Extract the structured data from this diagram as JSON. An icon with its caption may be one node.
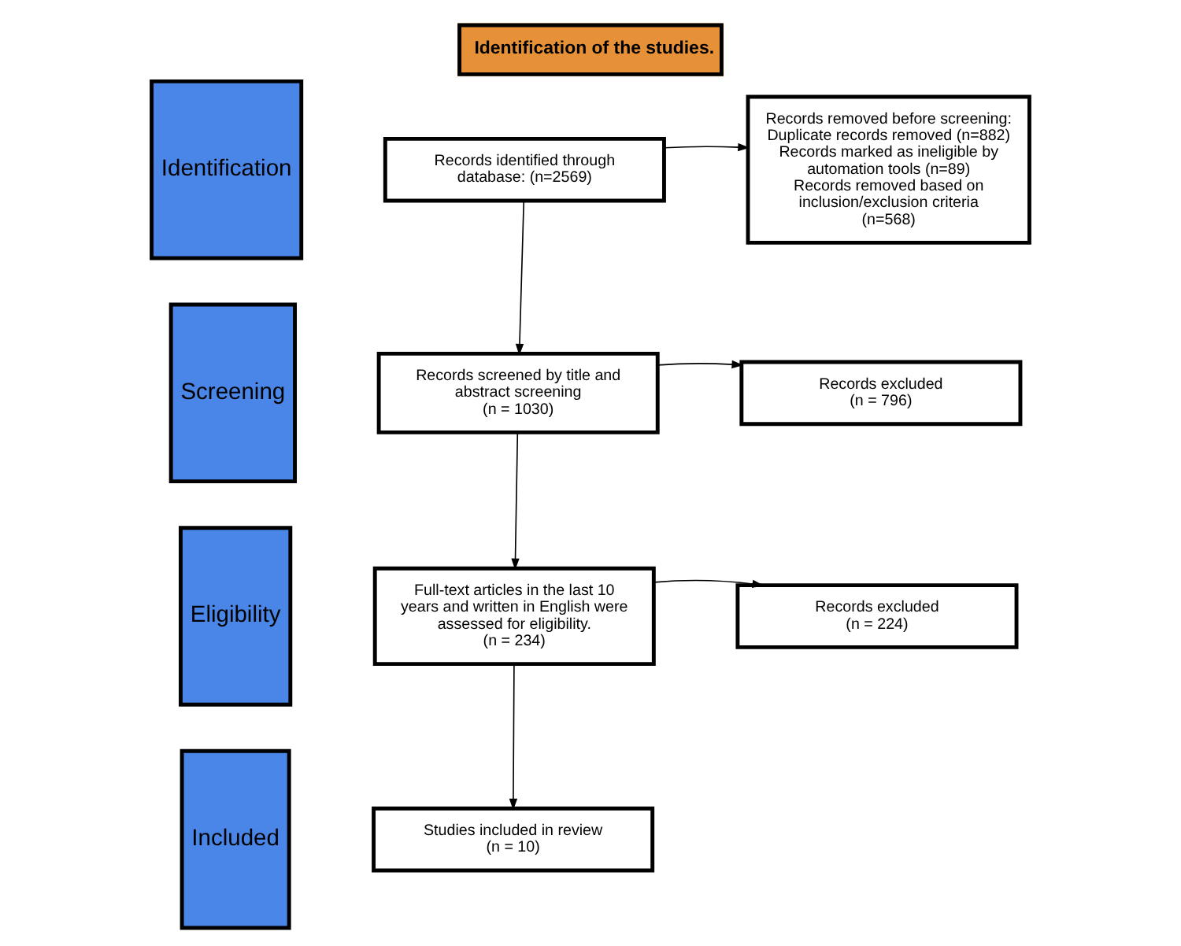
{
  "diagram": {
    "title": "Identification of the studies.",
    "nodes": [
      {
        "text": [
          "Identification"
        ]
      },
      {
        "text": [
          "Screening"
        ]
      },
      {
        "text": [
          "Eligibility"
        ]
      },
      {
        "text": [
          "Included"
        ]
      },
      {
        "text": [
          "Records identified through database: (n=2569)"
        ]
      },
      {
        "text": [
          "Records removed before screening:",
          "Duplicate records removed (n=882)",
          "Records marked as ineligible by automation tools (n=89)",
          "Records removed based on inclusion/exclusion criteria (n=568)"
        ]
      },
      {
        "text": [
          "Records screened by title and abstract screening",
          "(n = 1030)"
        ]
      },
      {
        "text": [
          "Records excluded",
          "(n = 796)"
        ]
      },
      {
        "text": [
          "Full-text articles in the last 10 years and written in English were assessed for eligibility.",
          "(n = 234)"
        ]
      },
      {
        "text": [
          "Records excluded",
          "(n = 224)"
        ]
      },
      {
        "text": [
          "Studies included in review",
          "(n = 10)"
        ]
      }
    ],
    "edges": [
      {
        "from": 4,
        "to": 5,
        "arrow": "to"
      },
      {
        "from": 4,
        "to": 6,
        "arrow": "to"
      },
      {
        "from": 6,
        "to": 7,
        "arrow": "to"
      },
      {
        "from": 6,
        "to": 8,
        "arrow": "to"
      },
      {
        "from": 8,
        "to": 9,
        "arrow": "to"
      },
      {
        "from": 8,
        "to": 10,
        "arrow": "to"
      }
    ]
  }
}
